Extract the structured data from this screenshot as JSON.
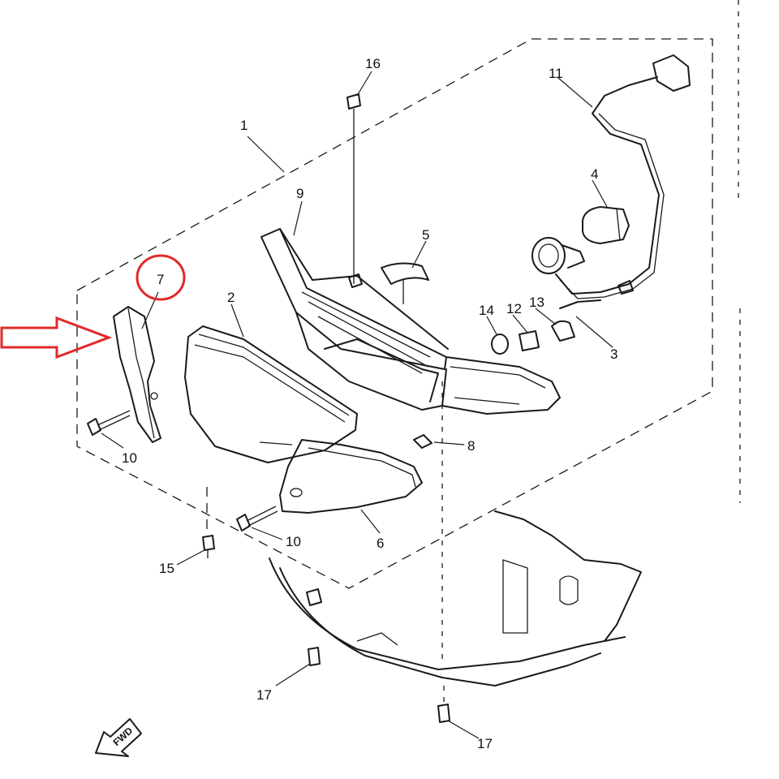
{
  "diagram": {
    "callouts": [
      {
        "id": "c1",
        "label": "1"
      },
      {
        "id": "c2",
        "label": "2"
      },
      {
        "id": "c3",
        "label": "3"
      },
      {
        "id": "c4",
        "label": "4"
      },
      {
        "id": "c5",
        "label": "5"
      },
      {
        "id": "c6",
        "label": "6"
      },
      {
        "id": "c7",
        "label": "7"
      },
      {
        "id": "c8",
        "label": "8"
      },
      {
        "id": "c9",
        "label": "9"
      },
      {
        "id": "c10a",
        "label": "10"
      },
      {
        "id": "c10b",
        "label": "10"
      },
      {
        "id": "c11",
        "label": "11"
      },
      {
        "id": "c12",
        "label": "12"
      },
      {
        "id": "c13",
        "label": "13"
      },
      {
        "id": "c14",
        "label": "14"
      },
      {
        "id": "c15",
        "label": "15"
      },
      {
        "id": "c16",
        "label": "16"
      },
      {
        "id": "c17a",
        "label": "17"
      },
      {
        "id": "c17b",
        "label": "17"
      }
    ],
    "fwd_label": "FWD",
    "highlight": {
      "part_label": "7",
      "circle_color": "#e02a2a",
      "arrow_color": "#e02a2a"
    }
  }
}
